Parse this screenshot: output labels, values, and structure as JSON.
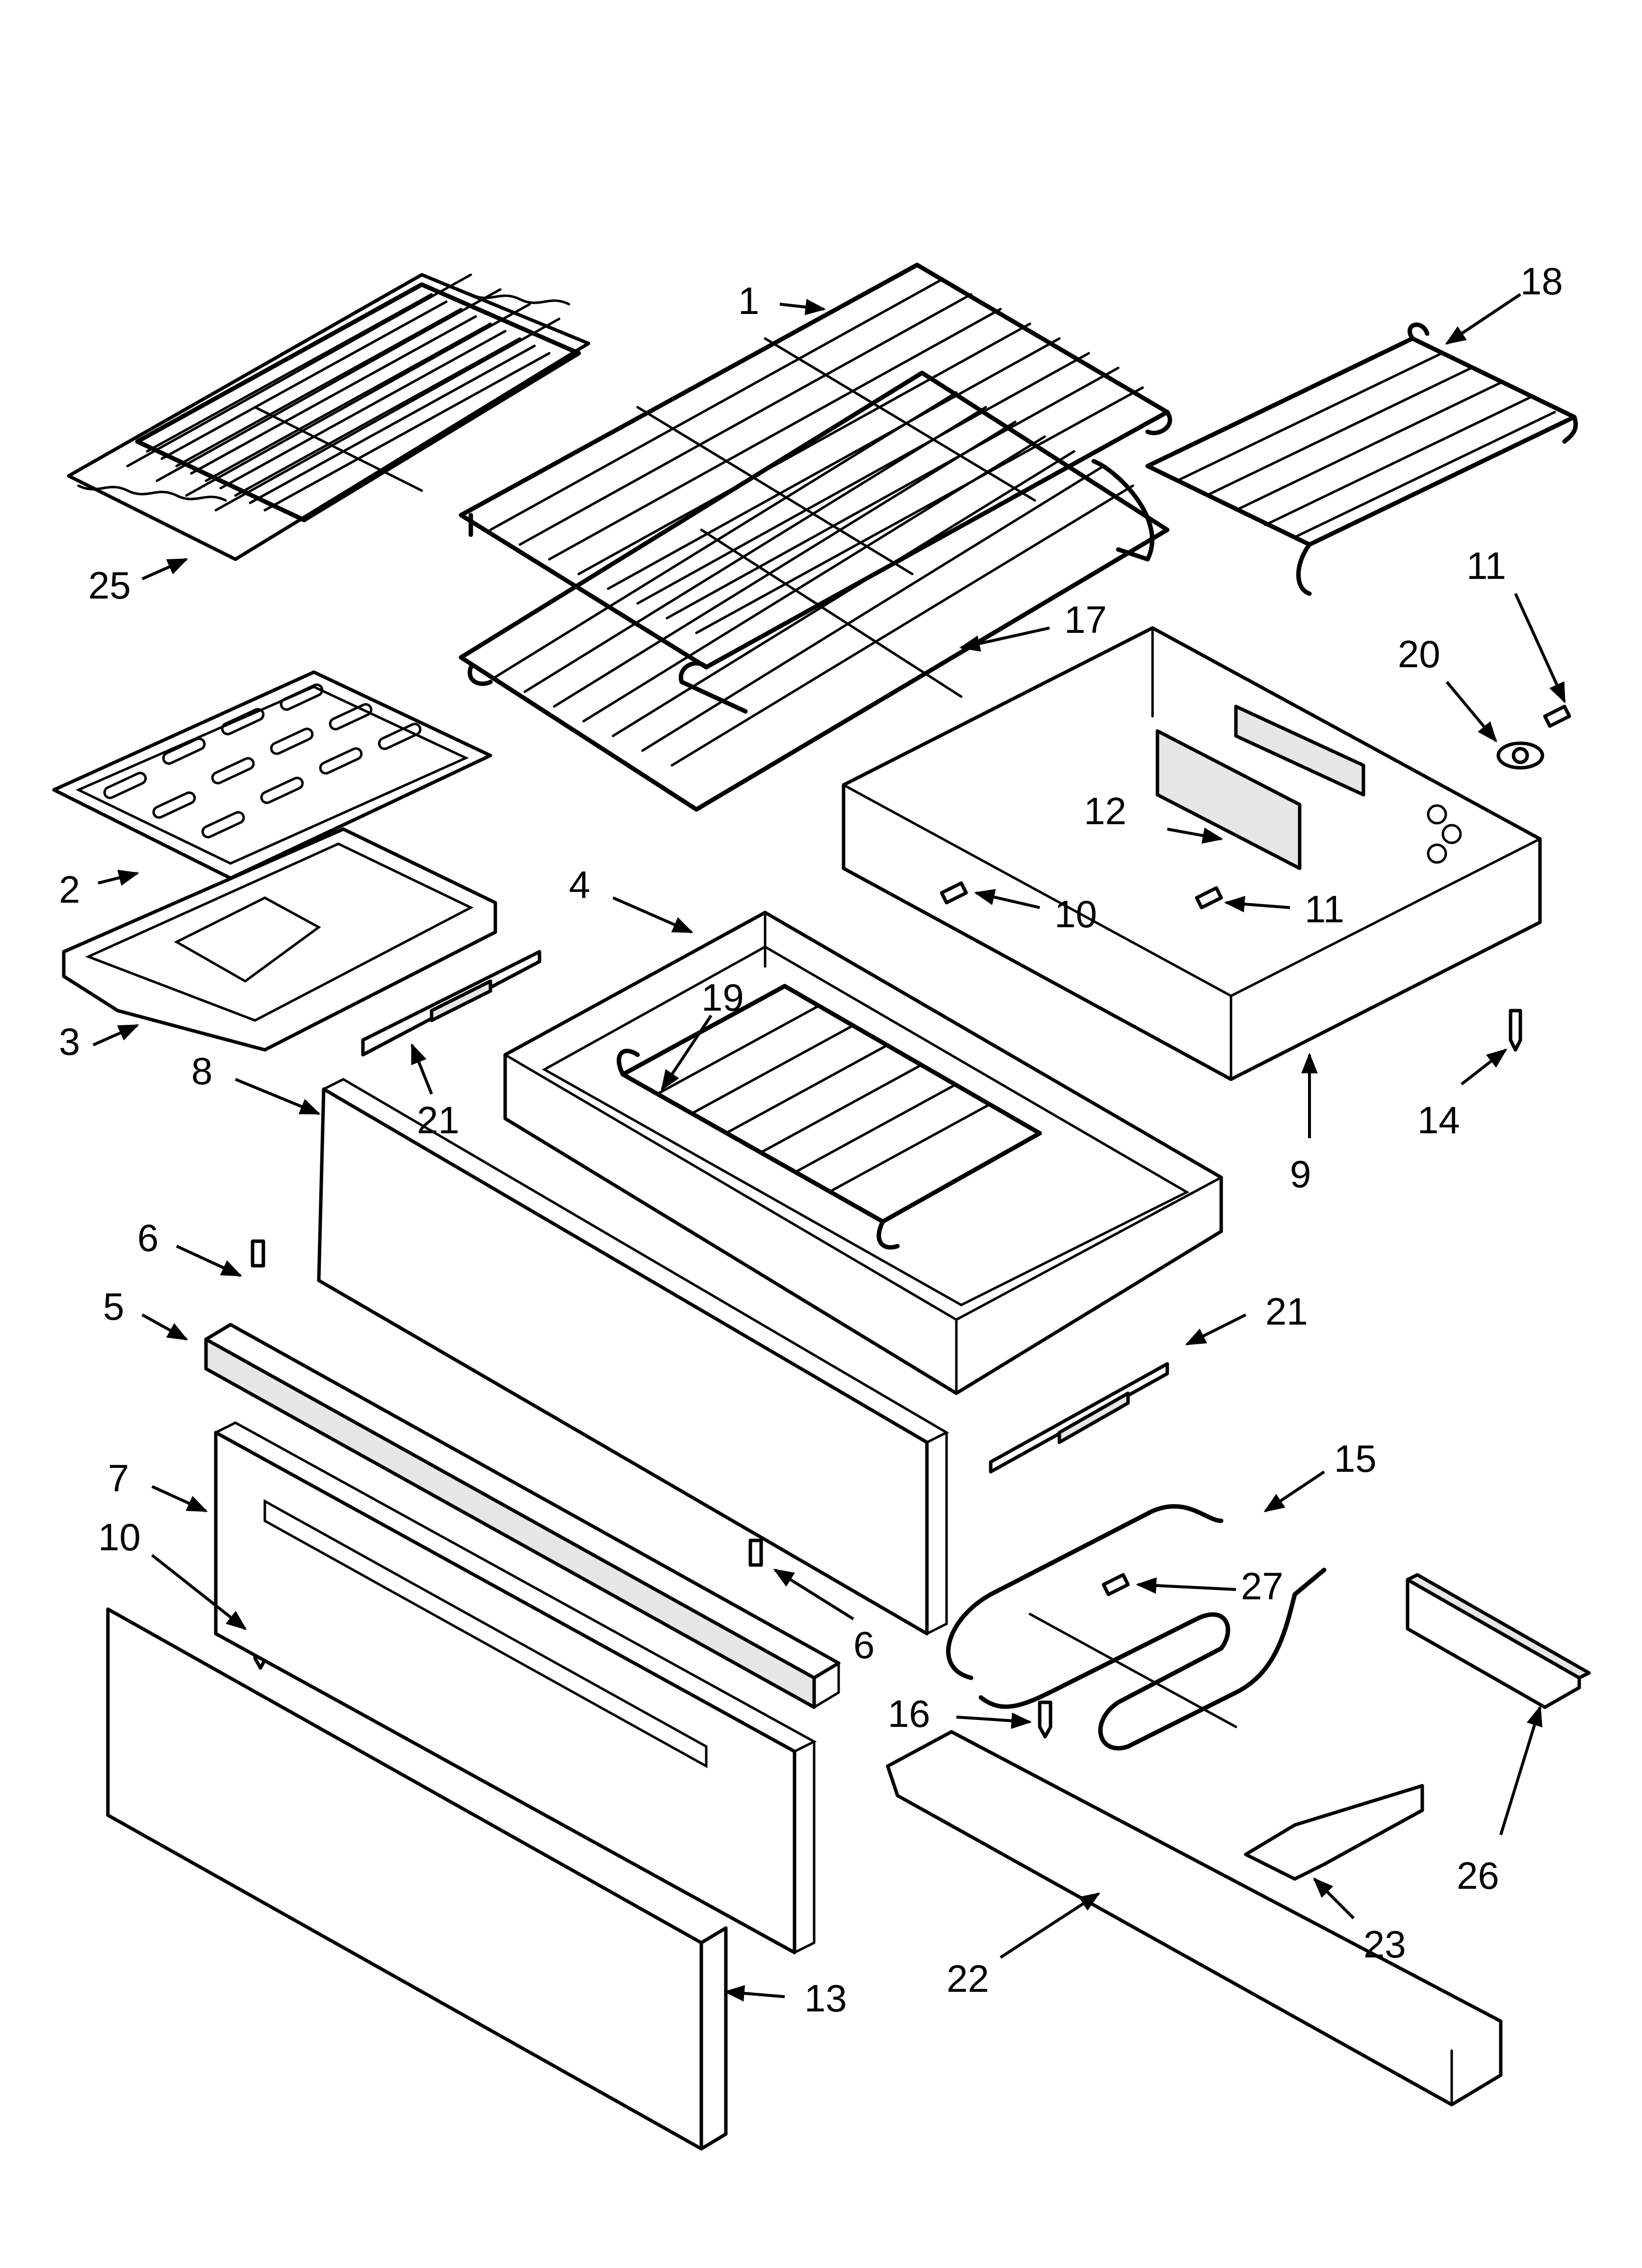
{
  "callouts": {
    "c1": "1",
    "c2": "2",
    "c3": "3",
    "c4": "4",
    "c5": "5",
    "c6a": "6",
    "c6b": "6",
    "c7": "7",
    "c8": "8",
    "c9": "9",
    "c10a": "10",
    "c10b": "10",
    "c11a": "11",
    "c11b": "11",
    "c12": "12",
    "c13": "13",
    "c14": "14",
    "c15": "15",
    "c16": "16",
    "c17": "17",
    "c18": "18",
    "c19": "19",
    "c20": "20",
    "c21a": "21",
    "c21b": "21",
    "c22": "22",
    "c23": "23",
    "c25": "25",
    "c26": "26",
    "c27": "27"
  }
}
